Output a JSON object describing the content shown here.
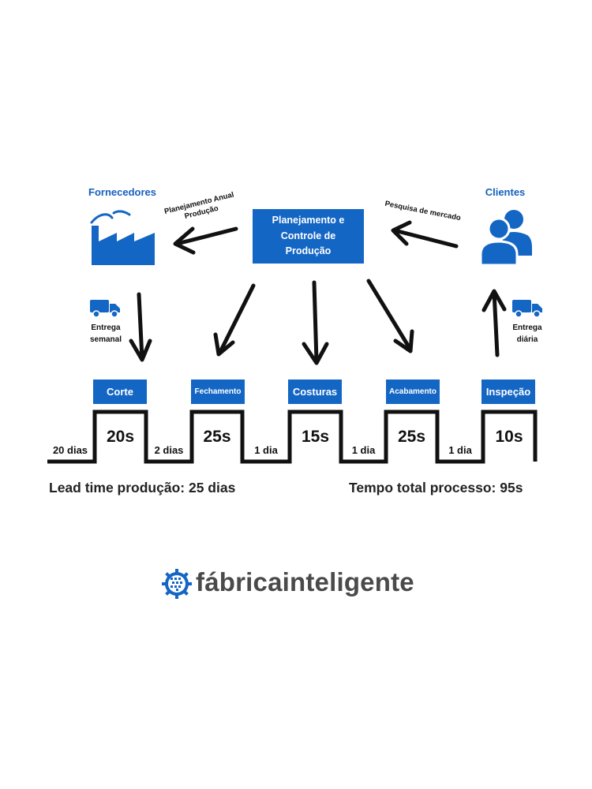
{
  "suppliers": {
    "label": "Fornecedores",
    "icon": "factory-icon"
  },
  "customers": {
    "label": "Clientes",
    "icon": "users-icon"
  },
  "pcp": {
    "lines": [
      "Planejamento e",
      "Controle de",
      "Produção"
    ]
  },
  "arrow_labels": {
    "to_suppliers": [
      "Planejamento Anual",
      "Produção"
    ],
    "from_customers": "Pesquisa de mercado"
  },
  "deliveries": {
    "supplier": {
      "icon": "truck-icon",
      "lines": [
        "Entrega",
        "semanal"
      ]
    },
    "customer": {
      "icon": "truck-icon",
      "lines": [
        "Entrega",
        "diária"
      ]
    }
  },
  "processes": [
    {
      "name": "Corte",
      "cycle_time": "20s"
    },
    {
      "name": "Fechamento",
      "cycle_time": "25s"
    },
    {
      "name": "Costuras",
      "cycle_time": "15s"
    },
    {
      "name": "Acabamento",
      "cycle_time": "25s"
    },
    {
      "name": "Inspeção",
      "cycle_time": "10s"
    }
  ],
  "wait_times": [
    "20 dias",
    "2 dias",
    "1 dia",
    "1 dia",
    "1 dia"
  ],
  "summary": {
    "lead_time": "Lead time produção: 25 dias",
    "total_time": "Tempo total processo: 95s"
  },
  "logo": {
    "text": "fábricainteligente",
    "icon": "gear-icon"
  },
  "colors": {
    "primary": "#1466C4",
    "label_blue": "#1560BD",
    "text": "#111111"
  }
}
